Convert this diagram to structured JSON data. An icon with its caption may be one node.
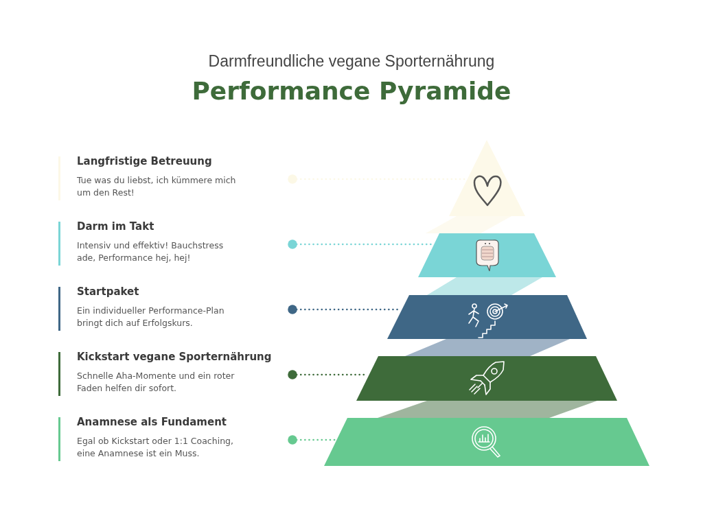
{
  "diagram": {
    "title": "Performance Pyramide",
    "nodes": [
      {
        "text": [
          "Langfristige Betreuung",
          "Tue was du liebst, ich kümmere mich um den Rest!"
        ]
      },
      {
        "text": [
          "Darm im Takt",
          "Intensiv und effektiv! Bauchstress ade, Performance hej, hej!"
        ]
      },
      {
        "text": [
          "Startpaket",
          "Ein individueller Performance-Plan bringt dich auf Erfolgskurs."
        ]
      },
      {
        "text": [
          "Kickstart vegane Sporternährung",
          "Schnelle Aha-Momente und ein roter Faden helfen dir sofort."
        ]
      },
      {
        "text": [
          "Anamnese als Fundament",
          "Egal ob Kickstart oder 1:1 Coaching, eine Anamnese ist ein Muss."
        ]
      },
      {
        "text": [],
        "shape": "triangle"
      },
      {
        "text": [],
        "shape": "trapezoid"
      },
      {
        "text": [],
        "shape": "trapezoid"
      },
      {
        "text": [],
        "shape": "trapezoid"
      },
      {
        "text": [],
        "shape": "trapezoid"
      }
    ],
    "edges": [
      {
        "from": 0,
        "to": 5,
        "arrow": "other",
        "color": "#fcf8e6"
      },
      {
        "from": 1,
        "to": 6,
        "arrow": "other",
        "color": "#7ad5d6"
      },
      {
        "from": 2,
        "to": 7,
        "arrow": "other",
        "color": "#3f6786"
      },
      {
        "from": 3,
        "to": 8,
        "arrow": "other",
        "color": "#3e6b3a"
      },
      {
        "from": 4,
        "to": 9,
        "arrow": "other",
        "color": "#66c990"
      }
    ],
    "labels": [
      "Darmfreundliche vegane Sporternährung"
    ]
  }
}
